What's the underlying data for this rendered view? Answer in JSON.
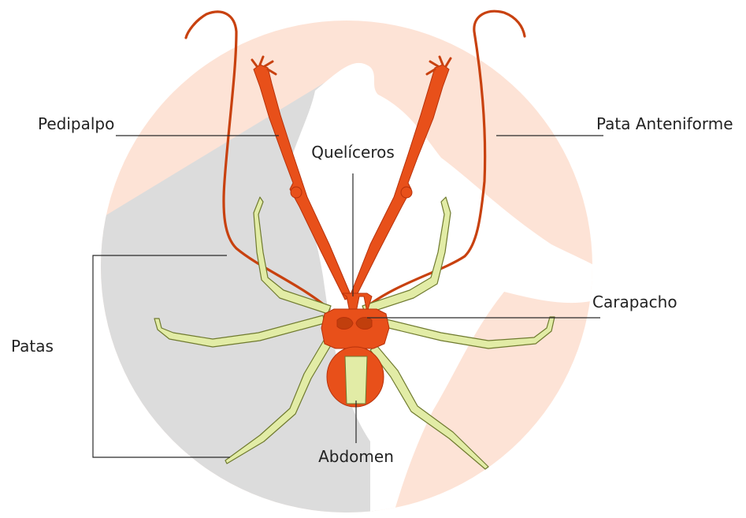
{
  "labels": {
    "pedipalp": "Pedipalpo",
    "antenniform_leg": "Pata Anteniforme",
    "chelicerae": "Quelíceros",
    "carapace": "Carapacho",
    "legs": "Patas",
    "abdomen": "Abdomen"
  },
  "colors": {
    "background_disc_peach": "#fde3d6",
    "background_disc_gray": "#dcdcdc",
    "body_orange": "#e8501a",
    "body_outline": "#b7320b",
    "leg_yellow_green": "#e2eca6",
    "leg_outline": "#6f7a2f",
    "abdomen_stripe": "#e2eca6"
  },
  "icons": {
    "specimen": "whip-spider-icon"
  }
}
